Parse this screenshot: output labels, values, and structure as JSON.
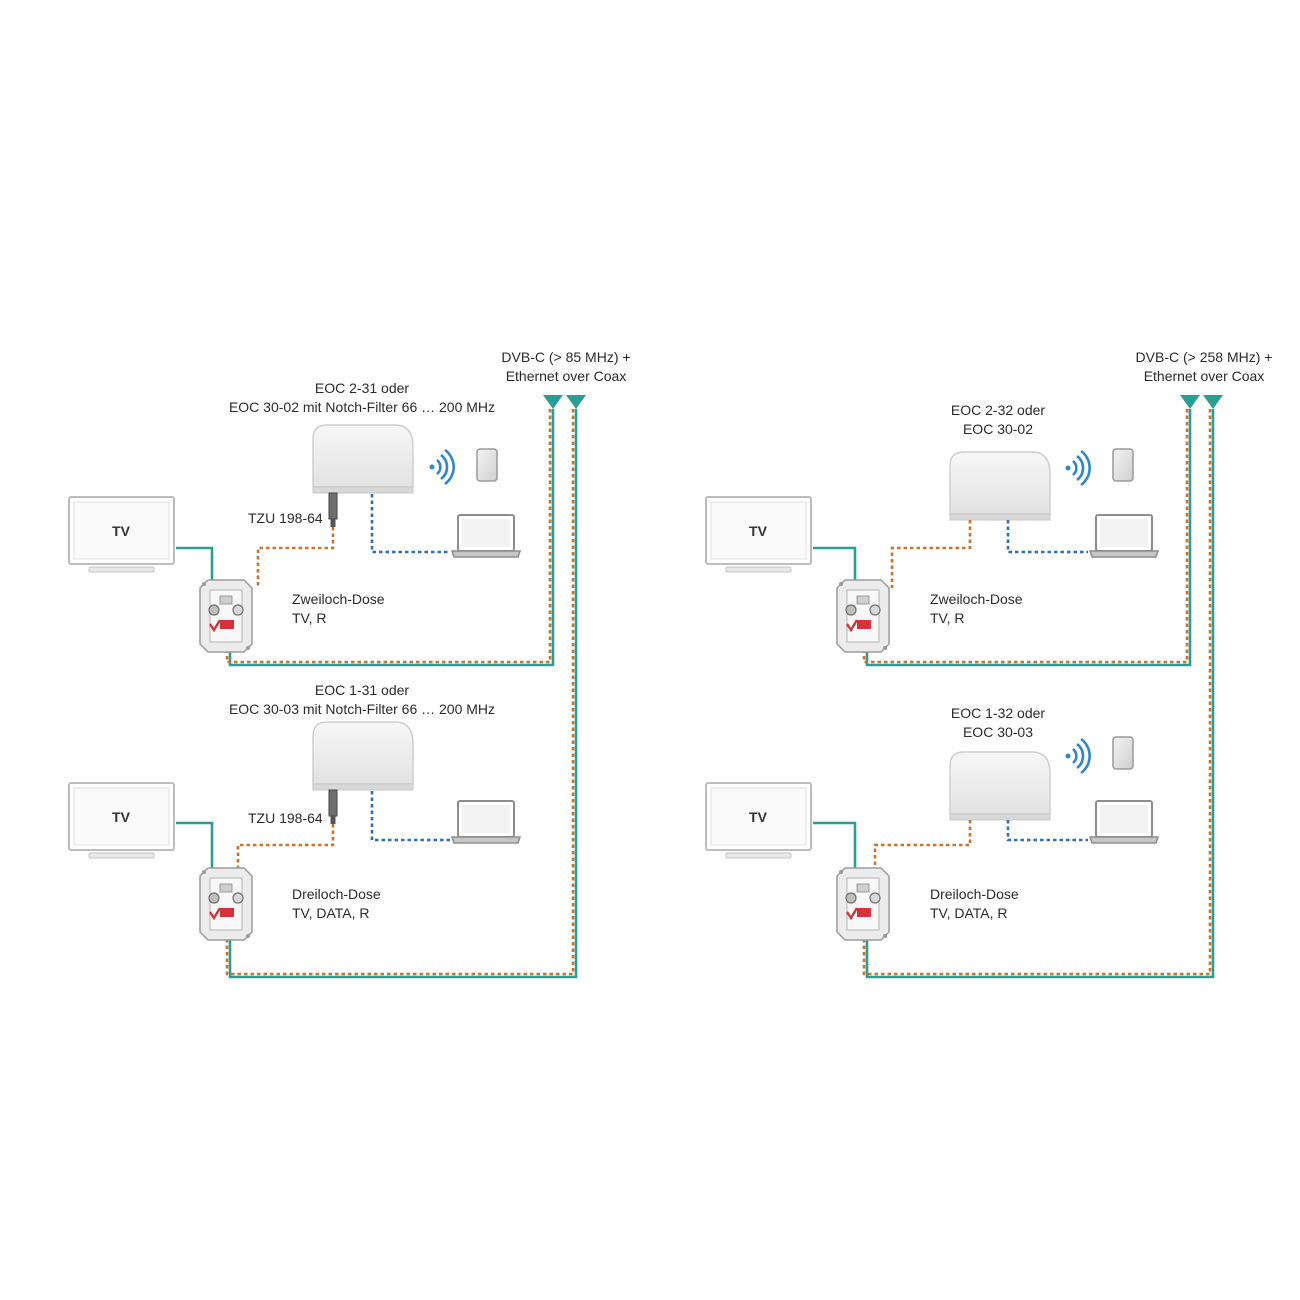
{
  "colors": {
    "coax": "#2a9d95",
    "ethernet_coax": "#c8742e",
    "lan": "#2f6fb0",
    "wifi": "#2f86c8",
    "socket_red": "#d3333a"
  },
  "left": {
    "feed_label_1": "DVB-C (> 85 MHz) +",
    "feed_label_2": "Ethernet over Coax",
    "top": {
      "eoc_label_1": "EOC 2-31 oder",
      "eoc_label_2": "EOC 30-02 mit Notch-Filter 66 … 200 MHz",
      "filter_label": "TZU 198-64",
      "tv_label": "TV",
      "socket_label_1": "Zweiloch-Dose",
      "socket_label_2": "TV, R"
    },
    "bottom": {
      "eoc_label_1": "EOC 1-31 oder",
      "eoc_label_2": "EOC 30-03 mit Notch-Filter 66 … 200 MHz",
      "filter_label": "TZU 198-64",
      "tv_label": "TV",
      "socket_label_1": "Dreiloch-Dose",
      "socket_label_2": "TV, DATA, R"
    }
  },
  "right": {
    "feed_label_1": "DVB-C (> 258 MHz) +",
    "feed_label_2": "Ethernet over Coax",
    "top": {
      "eoc_label_1": "EOC 2-32 oder",
      "eoc_label_2": "EOC 30-02",
      "tv_label": "TV",
      "socket_label_1": "Zweiloch-Dose",
      "socket_label_2": "TV, R"
    },
    "bottom": {
      "eoc_label_1": "EOC 1-32 oder",
      "eoc_label_2": "EOC 30-03",
      "tv_label": "TV",
      "socket_label_1": "Dreiloch-Dose",
      "socket_label_2": "TV, DATA, R"
    }
  }
}
